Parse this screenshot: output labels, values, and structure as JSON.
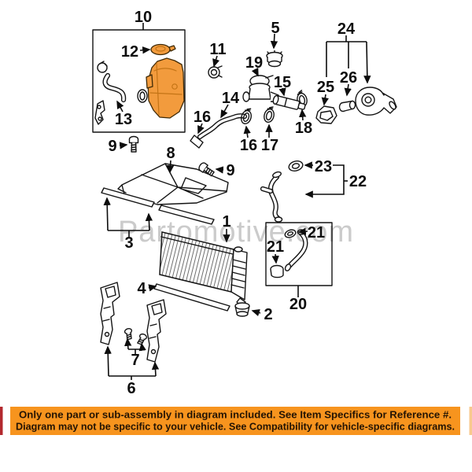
{
  "diagram": {
    "watermark": "Partomotive.com",
    "callouts": [
      {
        "label": "10"
      },
      {
        "label": "12"
      },
      {
        "label": "13"
      },
      {
        "label": "9"
      },
      {
        "label": "11"
      },
      {
        "label": "5"
      },
      {
        "label": "19"
      },
      {
        "label": "14"
      },
      {
        "label": "15"
      },
      {
        "label": "16"
      },
      {
        "label": "16"
      },
      {
        "label": "17"
      },
      {
        "label": "18"
      },
      {
        "label": "24"
      },
      {
        "label": "25"
      },
      {
        "label": "26"
      },
      {
        "label": "8"
      },
      {
        "label": "9"
      },
      {
        "label": "23"
      },
      {
        "label": "22"
      },
      {
        "label": "3"
      },
      {
        "label": "1"
      },
      {
        "label": "21"
      },
      {
        "label": "21"
      },
      {
        "label": "20"
      },
      {
        "label": "2"
      },
      {
        "label": "4"
      },
      {
        "label": "7"
      },
      {
        "label": "6"
      }
    ]
  },
  "banner": {
    "line1": "Only one part or sub-assembly in diagram included. See Item Specifics for Reference #.",
    "line2": "Diagram may not be specific to your vehicle. See Compatibility for vehicle-specific diagrams."
  },
  "colors": {
    "highlight": "#F29B3D",
    "banner-bg": "#F7941E",
    "banner-text": "#241404",
    "watermark": "#CBCBCB",
    "line": "#141414",
    "edge-left": "#B3282D",
    "edge-right": "#F8C98E"
  }
}
